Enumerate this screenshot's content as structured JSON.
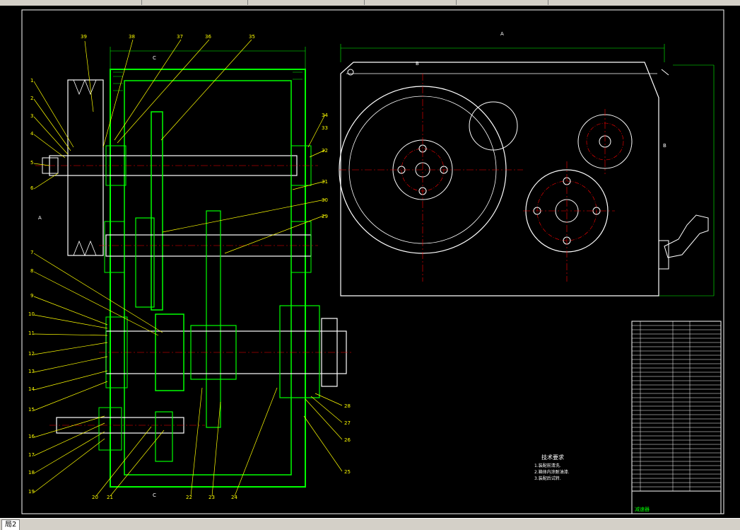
{
  "window": {
    "tab_label": "局2",
    "layout_status": ""
  },
  "drawing": {
    "view_label_A": "A",
    "section_B": "B",
    "section_C": "C",
    "notes_title": "技术要求",
    "notes": [
      "1.装配前清洗.",
      "2.箱体内涂耐油漆.",
      "3.装配后试转."
    ],
    "title_block_name": "减速器",
    "part_callouts": [
      "1",
      "2",
      "3",
      "4",
      "5",
      "6",
      "7",
      "8",
      "9",
      "10",
      "11",
      "12",
      "13",
      "14",
      "15",
      "16",
      "17",
      "18",
      "19",
      "20",
      "21",
      "22",
      "23",
      "24",
      "25",
      "26",
      "27",
      "28",
      "29",
      "30",
      "31",
      "32",
      "33",
      "34",
      "35",
      "36",
      "37",
      "38",
      "39"
    ]
  },
  "colors": {
    "outline": "#ffffff",
    "section": "#00ff00",
    "leader": "#ffff00",
    "center": "#ff0000",
    "dimension": "#00ff00"
  }
}
